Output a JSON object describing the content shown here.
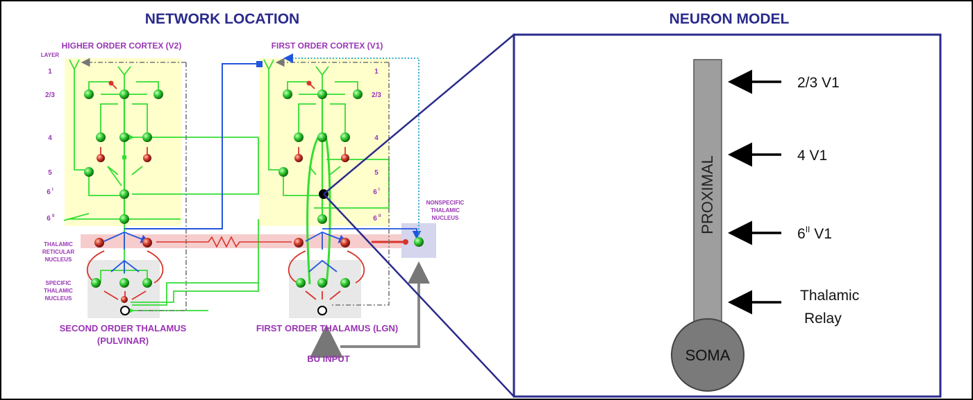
{
  "network": {
    "title": "NETWORK LOCATION",
    "higher_cortex": "HIGHER ORDER CORTEX (V2)",
    "first_cortex": "FIRST ORDER CORTEX (V1)",
    "layer_heading": "LAYER",
    "layers_left": [
      "1",
      "2/3",
      "4",
      "5",
      "6",
      "6"
    ],
    "layers_right": [
      "1",
      "2/3",
      "4",
      "5",
      "6",
      "6"
    ],
    "layer_superscripts": [
      "I",
      "II"
    ],
    "trn_label": [
      "THALAMIC",
      "RETICULAR",
      "NUCLEUS"
    ],
    "stn_label": [
      "SPECIFIC",
      "THALAMIC",
      "NUCLEUS"
    ],
    "nonspecific_label": [
      "NONSPECIFIC",
      "THALAMIC",
      "NUCLEUS"
    ],
    "second_thalamus": [
      "SECOND ORDER THALAMUS",
      "(PULVINAR)"
    ],
    "first_thalamus": "FIRST ORDER THALAMUS (LGN)",
    "bu_input": "BU INPUT"
  },
  "neuron": {
    "title": "NEURON MODEL",
    "dendrite_label": "PROXIMAL",
    "soma_label": "SOMA",
    "inputs": [
      {
        "text": "2/3 V1",
        "sup": ""
      },
      {
        "text": "4 V1",
        "sup": ""
      },
      {
        "pre": "6",
        "sup": "II",
        "text": " V1"
      },
      {
        "text": "Thalamic",
        "line2": "Relay"
      }
    ]
  },
  "colors": {
    "cortex_bg": "#ffffcc",
    "trn_bg": "#f7cccc",
    "thalamus_bg": "#e8e8e8",
    "nonspecific_bg": "#d5d5ee",
    "excitatory": "#33dd33",
    "inhibitory": "#d9342b",
    "feedback": "#2255dd",
    "frame": "#2a2a8c"
  }
}
